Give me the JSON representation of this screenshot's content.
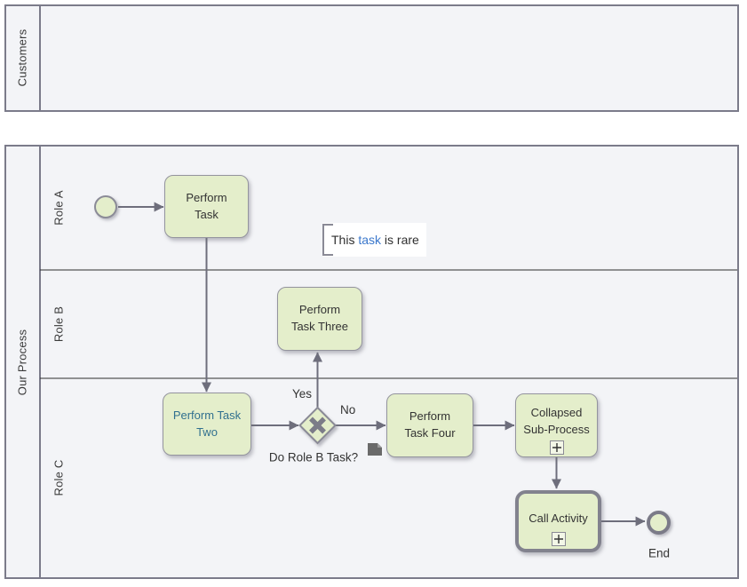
{
  "pools": {
    "customers": {
      "label": "Customers"
    },
    "our_process": {
      "label": "Our Process",
      "lanes": {
        "a": "Role A",
        "b": "Role B",
        "c": "Role C"
      }
    }
  },
  "nodes": {
    "perform_task": "Perform Task",
    "perform_task_two": "Perform Task Two",
    "perform_task_three": "Perform Task Three",
    "perform_task_four": "Perform Task Four",
    "collapsed_sub_process": "Collapsed Sub-Process",
    "call_activity": "Call Activity",
    "end_event_label": "End"
  },
  "gateway": {
    "question": "Do Role B Task?",
    "yes_label": "Yes",
    "no_label": "No"
  },
  "annotation": {
    "prefix": "This ",
    "link_text": "task",
    "suffix": " is rare"
  },
  "colors": {
    "node_fill": "#e4eecb",
    "node_border": "#94949e",
    "pool_border": "#7b7b8a",
    "lane_fill": "#f3f4f7",
    "lane_divider": "#2e2e2e",
    "connector": "#6e6e7c",
    "annotation_link_blue": "#3b78cc",
    "task_two_link_blue": "#31708f",
    "label_text": "#333333"
  }
}
